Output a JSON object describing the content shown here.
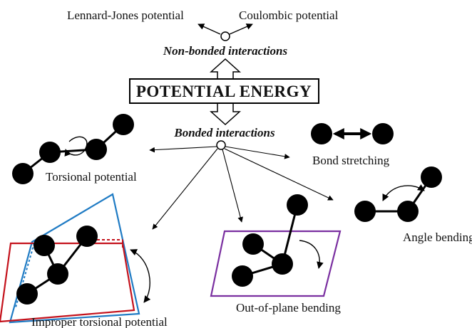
{
  "title": "POTENTIAL ENERGY",
  "non_bonded": {
    "heading": "Non-bonded interactions",
    "items": [
      "Lennard-Jones potential",
      "Coulombic potential"
    ]
  },
  "bonded": {
    "heading": "Bonded interactions",
    "items": {
      "torsional": "Torsional potential",
      "bond_stretching": "Bond stretching",
      "angle_bending": "Angle bending",
      "out_of_plane": "Out-of-plane bending",
      "improper_torsional": "Improper torsional potential"
    }
  },
  "colors": {
    "atom": "#000000",
    "plane_blue": "#1f7bc4",
    "plane_red": "#c4121c",
    "plane_purple": "#7a2fa0"
  }
}
